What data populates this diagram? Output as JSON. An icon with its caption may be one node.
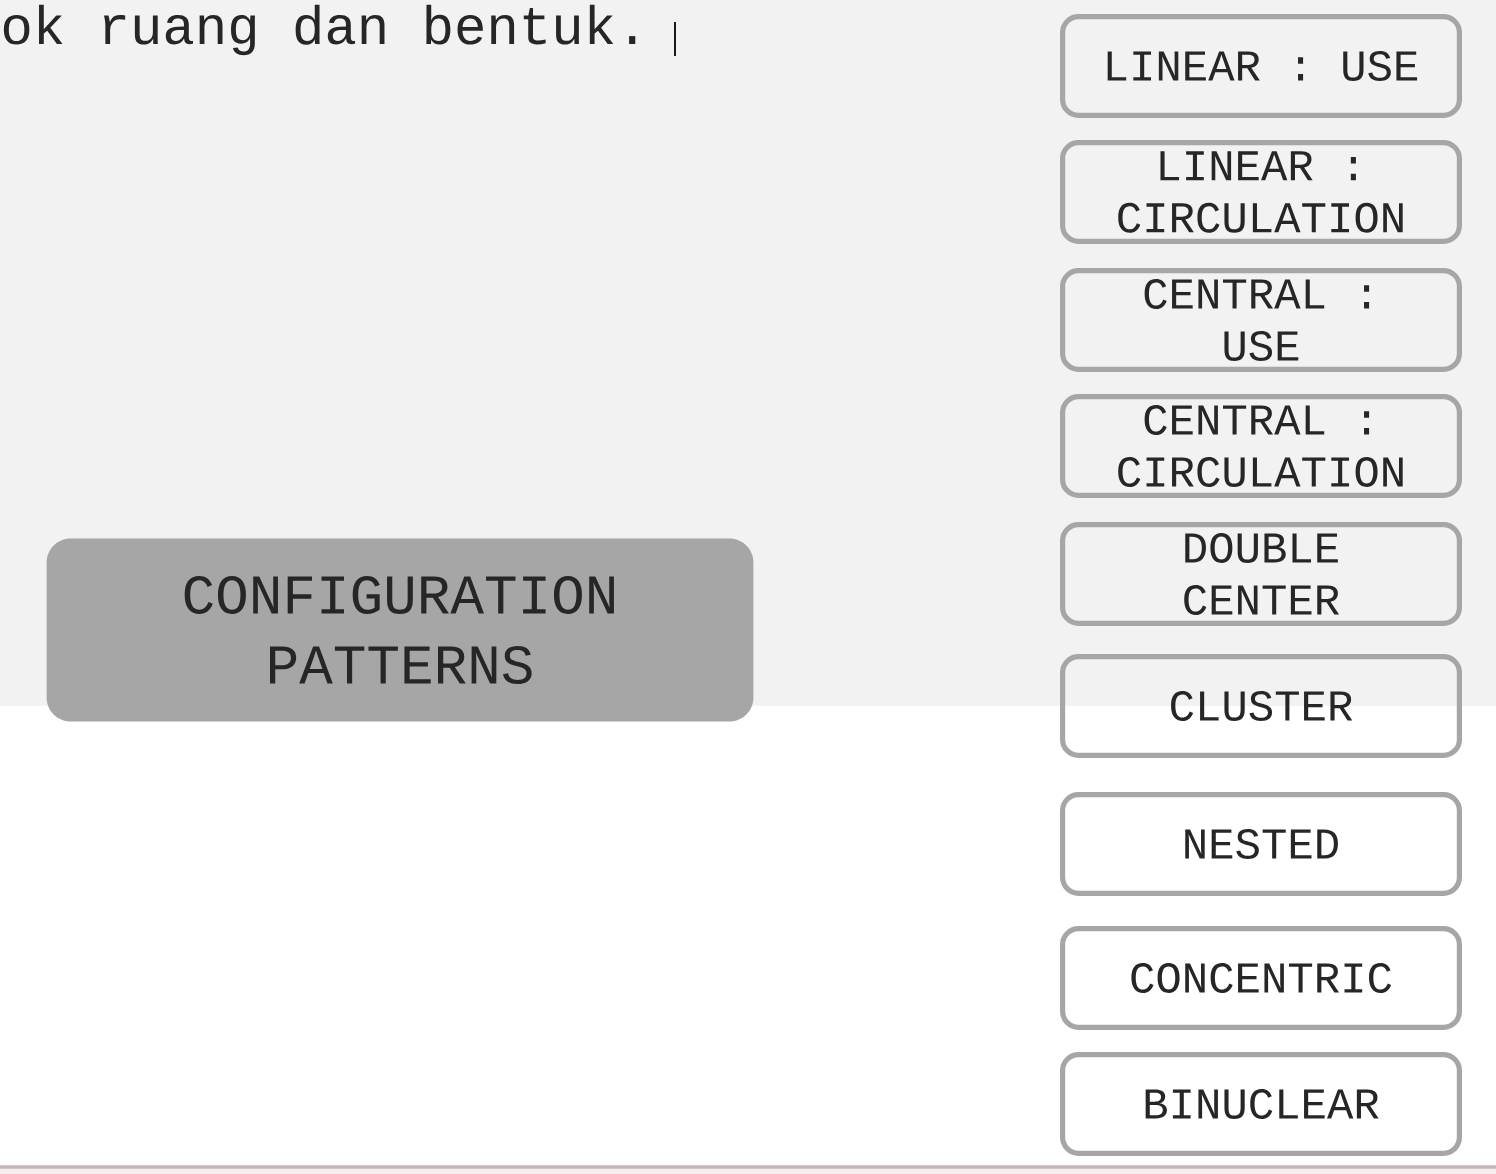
{
  "diagram": {
    "nodes": [
      {
        "text": [
          "CONFIGURATION PATTERNS"
        ]
      },
      {
        "text": [
          "LINEAR : USE"
        ]
      },
      {
        "text": [
          "LINEAR : CIRCULATION"
        ]
      },
      {
        "text": [
          "CENTRAL : USE"
        ]
      },
      {
        "text": [
          "CENTRAL : CIRCULATION"
        ]
      },
      {
        "text": [
          "DOUBLE CENTER"
        ]
      },
      {
        "text": [
          "CLUSTER"
        ]
      },
      {
        "text": [
          "NESTED"
        ]
      },
      {
        "text": [
          "CONCENTRIC"
        ]
      },
      {
        "text": [
          "BINUCLEAR"
        ]
      }
    ],
    "labels": [
      "ok ruang dan bentuk."
    ]
  }
}
